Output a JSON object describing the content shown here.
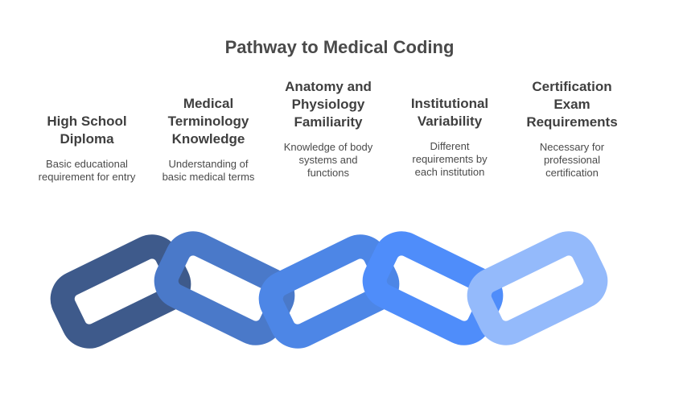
{
  "title": "Pathway to Medical Coding",
  "steps": [
    {
      "heading": [
        "High School",
        "Diploma"
      ],
      "description": [
        "Basic educational",
        "requirement for entry"
      ],
      "color": "#3E5A8B"
    },
    {
      "heading": [
        "Medical",
        "Terminology",
        "Knowledge"
      ],
      "description": [
        "Understanding of",
        "basic medical terms"
      ],
      "color": "#4A79C9"
    },
    {
      "heading": [
        "Anatomy and",
        "Physiology",
        "Familiarity"
      ],
      "description": [
        "Knowledge of body",
        "systems and",
        "functions"
      ],
      "color": "#4D86E6"
    },
    {
      "heading": [
        "Institutional",
        "Variability"
      ],
      "description": [
        "Different",
        "requirements by",
        "each institution"
      ],
      "color": "#4F8DFA"
    },
    {
      "heading": [
        "Certification",
        "Exam",
        "Requirements"
      ],
      "description": [
        "Necessary for",
        "professional",
        "certification"
      ],
      "color": "#94BAFB"
    }
  ]
}
